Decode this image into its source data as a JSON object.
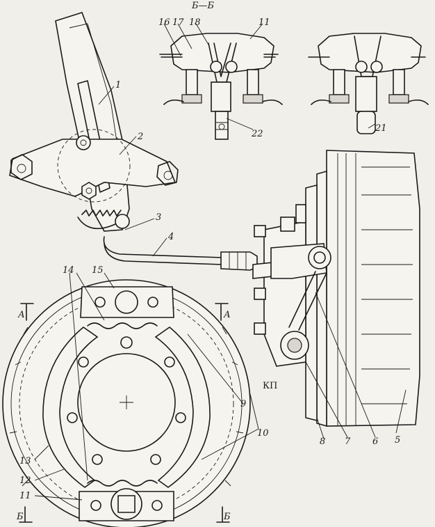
{
  "section_title": "Б—Б",
  "labels": {
    "l1": "1",
    "l2": "2",
    "l3": "3",
    "l4": "4",
    "l5": "5",
    "l6": "6",
    "l7": "7",
    "l8": "8",
    "l9": "9",
    "l10": "10",
    "l11a": "11",
    "l11b": "11",
    "l12": "12",
    "l13": "13",
    "l14": "14",
    "l15": "15",
    "l16": "16",
    "l17": "17",
    "l18": "18",
    "l21": "21",
    "l22": "22",
    "kp": "КП"
  },
  "section_marks": {
    "a_left": "А",
    "a_right": "А",
    "b_left": "Б",
    "b_right": "Б"
  }
}
